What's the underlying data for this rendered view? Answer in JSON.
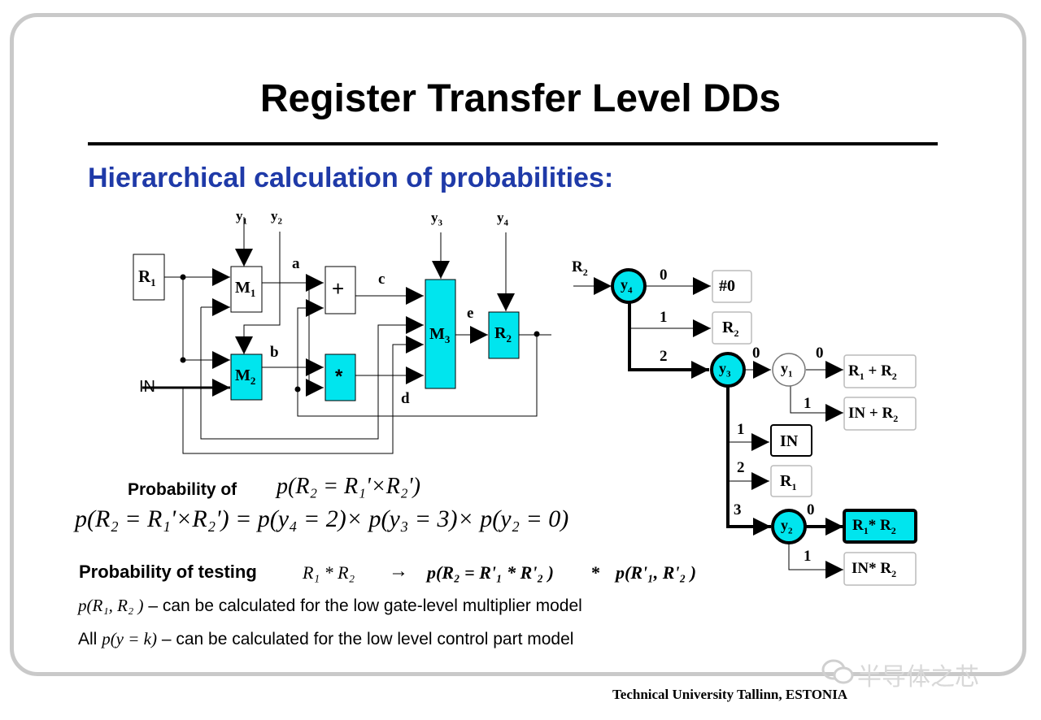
{
  "title": "Register Transfer Level DDs",
  "subtitle": "Hierarchical calculation of probabilities:",
  "circuit": {
    "inputs": [
      "R",
      "IN"
    ],
    "r1_sub": "1",
    "control": [
      {
        "base": "y",
        "sub": "1"
      },
      {
        "base": "y",
        "sub": "2"
      },
      {
        "base": "y",
        "sub": "3"
      },
      {
        "base": "y",
        "sub": "4"
      }
    ],
    "wires": [
      "a",
      "b",
      "c",
      "d",
      "e"
    ],
    "blocks": {
      "m1": {
        "base": "M",
        "sub": "1"
      },
      "m2": {
        "base": "M",
        "sub": "2"
      },
      "m3": {
        "base": "M",
        "sub": "3"
      },
      "r2": {
        "base": "R",
        "sub": "2"
      },
      "adder": "+",
      "multiplier": "*"
    }
  },
  "dd": {
    "input": {
      "base": "R",
      "sub": "2"
    },
    "nodes": {
      "y4": {
        "base": "y",
        "sub": "4"
      },
      "y3": {
        "base": "y",
        "sub": "3"
      },
      "y1": {
        "base": "y",
        "sub": "1"
      },
      "y2": {
        "base": "y",
        "sub": "2"
      }
    },
    "edges": [
      "0",
      "1",
      "2",
      "0",
      "0",
      "1",
      "1",
      "2",
      "3",
      "0",
      "1"
    ],
    "terminals": {
      "zero": "#0",
      "r2": {
        "base": "R",
        "sub": "2"
      },
      "r1_plus_r2": {
        "a": "R",
        "a_sub": "1",
        "op": " + ",
        "b": "R",
        "b_sub": "2"
      },
      "in_plus_r2": {
        "a": "IN",
        "op": " + ",
        "b": "R",
        "b_sub": "2"
      },
      "in": "IN",
      "r1": {
        "base": "R",
        "sub": "1"
      },
      "r1_times_r2": {
        "a": "R",
        "a_sub": "1",
        "op": "* ",
        "b": "R",
        "b_sub": "2"
      },
      "in_times_r2": {
        "a": "IN",
        "op": "* ",
        "b": "R",
        "b_sub": "2"
      }
    }
  },
  "formulas": {
    "prob_of_label": "Probability of",
    "prob_of_expr": "p(R₂ = R₁'×R₂')",
    "main_eq": "p(R₂ = R₁'×R₂') = p(y₄ = 2)× p(y₃ = 3)× p(y₂ = 0)",
    "testing_label": "Probability of testing",
    "testing_expr": "R₁ * R₂",
    "arrow": "→",
    "testing_rhs_1": "p(R₂ = R'₁ * R'₂ )",
    "testing_star": "*",
    "testing_rhs_2": "p(R'₁, R'₂ )",
    "line3_expr": "p(R₁, R₂ )",
    "line3_text": " – can be calculated for the low gate-level multiplier model",
    "line4_prefix": "All ",
    "line4_expr": "p(y = k)",
    "line4_text": " – can be calculated for the low level control part model"
  },
  "watermark": "半导体之芯",
  "footer": "Technical University Tallinn, ESTONIA",
  "colors": {
    "highlight": "#00e5ee",
    "subtitle": "#1f3aa8",
    "frame": "#c9c9c9"
  }
}
